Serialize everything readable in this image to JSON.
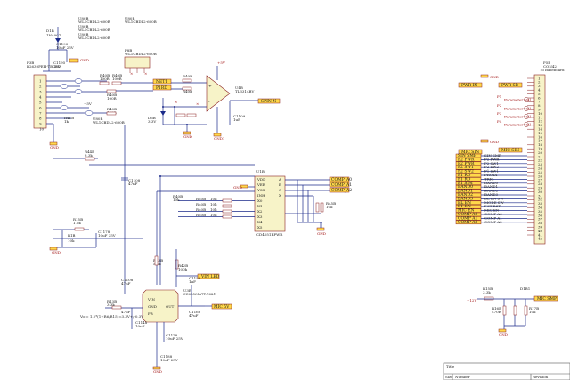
{
  "top_left": {
    "d1": "D1B",
    "d1_part": "1N4007",
    "c1": "C1193",
    "c1_val": "10uF 25V",
    "c2": "C1195",
    "c2_val": "10V",
    "gnd_label": "GND",
    "part_notes": [
      "U80B",
      "WL1CBDL2-600B",
      "U80B",
      "WL1CBDL2-600B",
      "U80B",
      "WL1CBDL2-600B",
      "U80B",
      "WL1CBDL2-600B",
      "U80B",
      "WL1CBDL2-600B"
    ]
  },
  "connector_left": {
    "ref": "P3B",
    "part": "B2630PEH-TBLED",
    "pins": [
      "1",
      "2",
      "3",
      "4",
      "5",
      "6",
      "7",
      "8",
      "9",
      "10"
    ]
  },
  "opamp_block": {
    "r1": "R40B",
    "r1_val": "100R",
    "r2": "R40B",
    "r2_val": "100R",
    "r3": "R40B",
    "r3_val": "100R",
    "r4": "R40B",
    "r4_val": "100R",
    "r5": "R41B",
    "r5_val": "1k",
    "header_ref": "P8B",
    "header_part": "WL1CBDL2-600B",
    "net_a": "NET1",
    "net_b": "P1RD",
    "op_ref": "U4B",
    "op_part": "TL3314BV",
    "out_net": "SPIN N",
    "d_ref": "D6B",
    "d_val": "3.3V",
    "cap": "C1109",
    "cap_val": "1uF",
    "gnd": "GND1",
    "vcc": "+5V"
  },
  "mux_block": {
    "ref": "U1B",
    "part": "CD4051BPWR",
    "pins_left": [
      "VDD",
      "VEE",
      "VSS",
      "INH",
      "X0",
      "X1",
      "X2",
      "X3",
      "X4",
      "X5"
    ],
    "pins_right": [
      "A",
      "B",
      "C",
      "X"
    ],
    "res_refs": [
      "R40B",
      "R40B",
      "R40B",
      "R40B"
    ],
    "res_vals": [
      "10k",
      "10k",
      "10k",
      "10k"
    ],
    "nets_right": [
      "COMP_A0",
      "COMP_A1",
      "COMP_A2"
    ],
    "r_pull": "R45B",
    "r_pull_val": "10k",
    "gnd": "GND"
  },
  "regulator_block": {
    "r_top": "R43B",
    "r_top_val": "3.3k",
    "c_top": "C1109",
    "c_top_val": "47nF",
    "r_div": "R43B",
    "r_div_val": "5.1k",
    "r_div2": "R42B",
    "r_div2_val": "100k",
    "ic_ref": "U3B",
    "ic_part": "SS8050NGT-1884",
    "r_fb": "R13B",
    "r_fb_val": "3.3k",
    "c_fb": "C1168",
    "c_fb_val": "47uF",
    "c_in": "C1148",
    "c_in_val": "10uF",
    "c_out": "C1178",
    "c_out_val": "10uF 25V",
    "c_bot": "C1188",
    "c_bot_val": "10uF 25V",
    "c_right": "C1158",
    "c_right_val": "1uF",
    "out_net": "MIC 5V",
    "sw_net": "VIN LED",
    "formula": "Vo = 1.2*(1+R6/R15)=3.3V+/-0.3V",
    "r_left": "R15B",
    "r_left_val": "1.0k",
    "r_left2": "R1B",
    "r_left2_val": "10k",
    "c_left": "C1178",
    "c_left_val": "10uF 35V",
    "gnd": "GND"
  },
  "connector_right": {
    "ref": "P5B",
    "part": "CON42",
    "pins": [
      "1",
      "2",
      "3",
      "4",
      "5",
      "6",
      "7",
      "8",
      "9",
      "10",
      "11",
      "12",
      "13",
      "14",
      "15",
      "16",
      "17",
      "18",
      "19",
      "20",
      "21",
      "22",
      "23",
      "24",
      "25",
      "26",
      "27",
      "28",
      "29",
      "30",
      "31",
      "32",
      "33",
      "34",
      "35",
      "36",
      "37",
      "38",
      "39",
      "40",
      "41",
      "42"
    ],
    "net_top": "PWR IN",
    "net_top2": "PWR SB",
    "passive_labels": [
      "Parameter Nul",
      "Parameter Nul",
      "Parameter Nul",
      "Parameter Nul"
    ],
    "net_mid": "MIC SIN",
    "net_mid2": "MIC SIN",
    "bus_left": [
      "SIN SMP",
      "P2 PWR",
      "P2 PWR",
      "P2 SW1",
      "P2 SW2",
      "P1 RD",
      "P1 RD",
      "P1 SIM",
      "BAND0",
      "BAND1",
      "BAND2",
      "BAND3",
      "BL EN",
      "FT EN",
      "MIC EN",
      "COMP A0",
      "COMP A1",
      "COMP A2"
    ],
    "bus_right": [
      "SIN SMP",
      "P2 PWR",
      "P2 SW1",
      "P2 SW2",
      "P1 SW1",
      "PROTA",
      "TRIG",
      "BAND0",
      "BAND1",
      "BAND2",
      "BAND3",
      "BL EN SW",
      "MODE SW",
      "PCT BST",
      "MIC EN",
      "COMP A0",
      "COMP A1",
      "COMP A2"
    ],
    "gnd": "GND"
  },
  "bottom_right": {
    "r_a": "R15B",
    "r_a_val": "3.3k",
    "r_b": "R16B",
    "r_b_val": "470R",
    "r_c": "R17B",
    "r_c_val": "10k",
    "d": "D1B1",
    "in_net": "+12V",
    "out_net": "MIC SMP",
    "gnd": "GND"
  },
  "title_block": {
    "title": "Title",
    "size": "Size",
    "number": "Number",
    "revision": "Revision"
  }
}
